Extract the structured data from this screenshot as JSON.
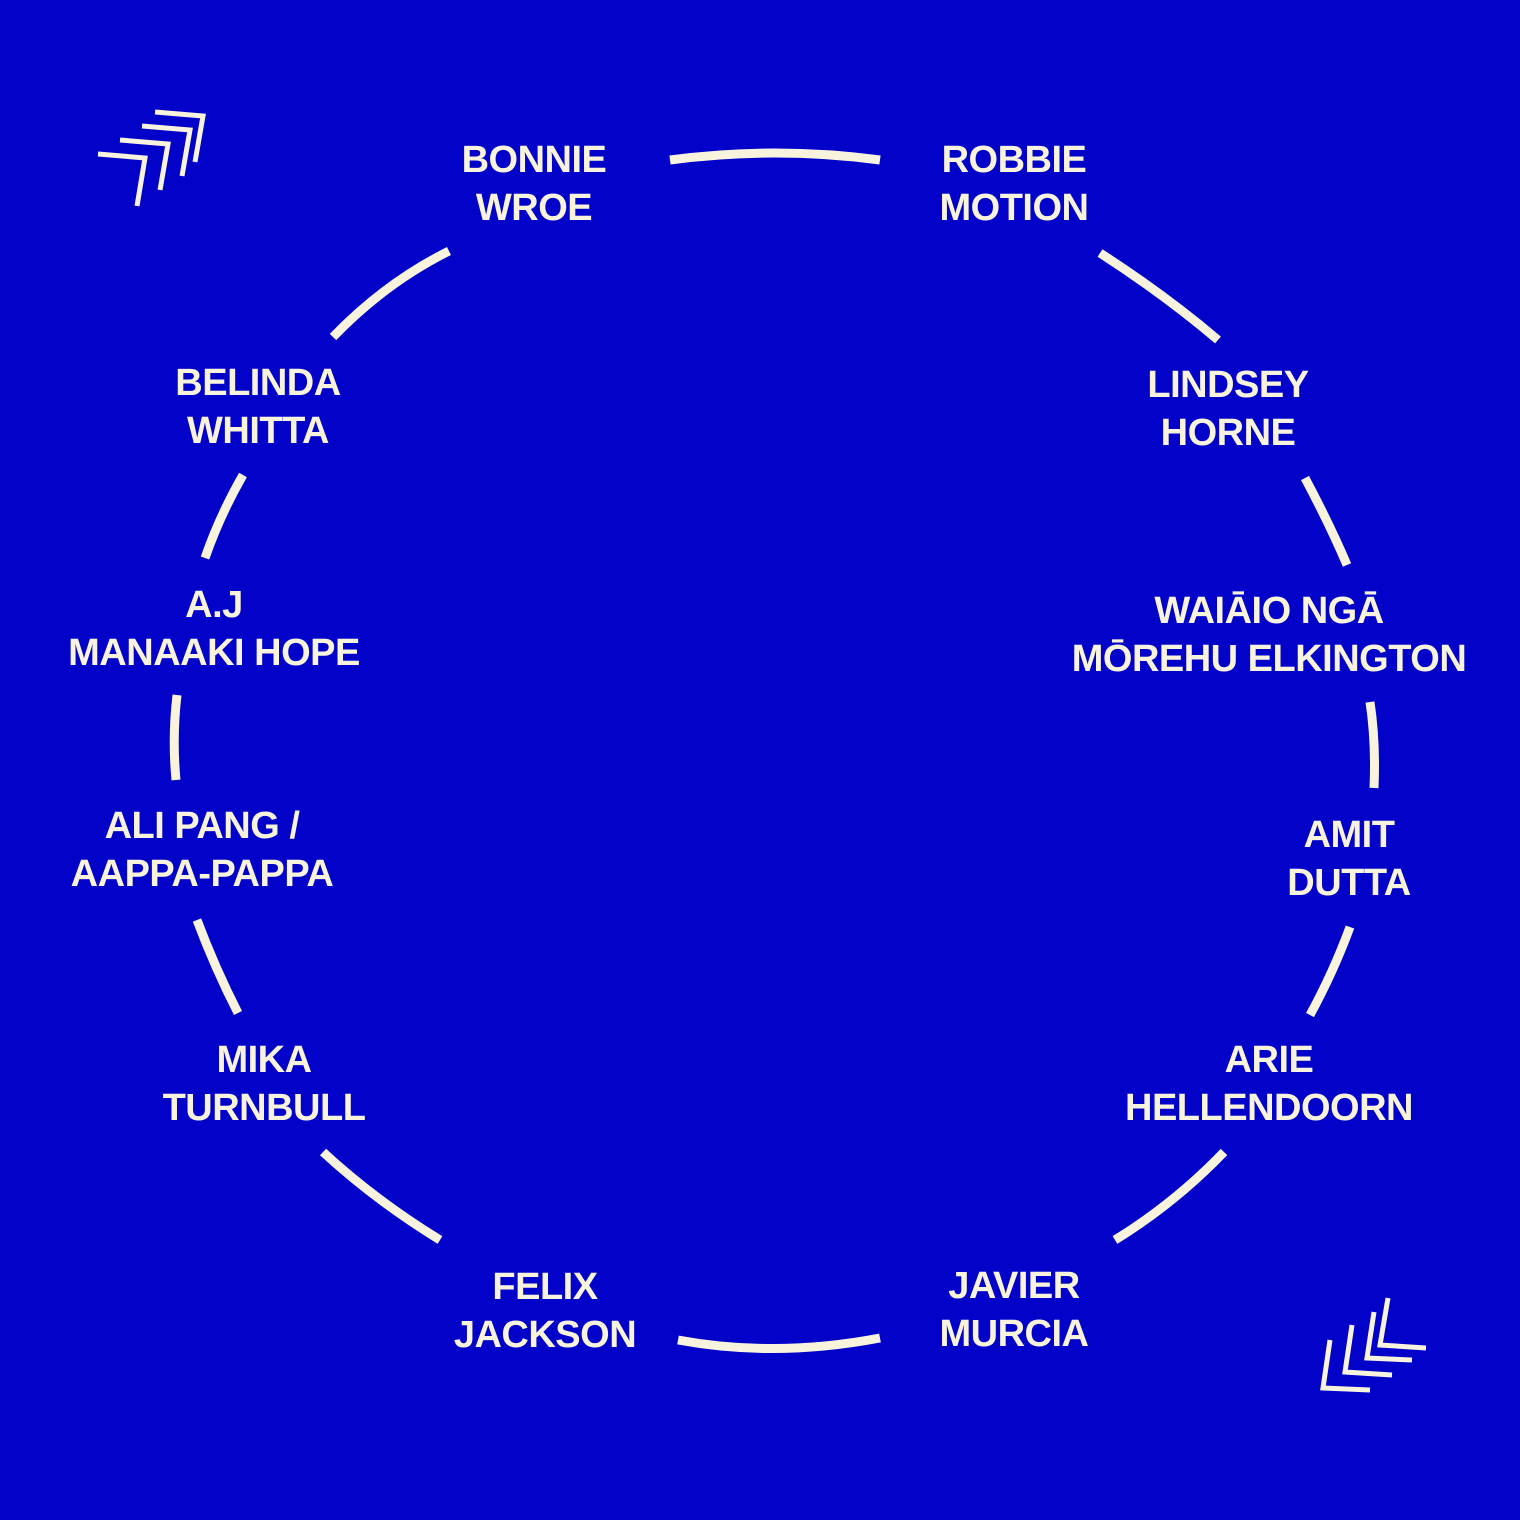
{
  "colors": {
    "background": "#0202c8",
    "foreground": "#f8f3dc"
  },
  "icons": {
    "top_left": "triple-chevron-up-right-icon",
    "bottom_right": "triple-chevron-down-left-icon"
  },
  "names": [
    {
      "line1": "BONNIE",
      "line2": "WROE"
    },
    {
      "line1": "ROBBIE",
      "line2": "MOTION"
    },
    {
      "line1": "LINDSEY",
      "line2": "HORNE"
    },
    {
      "line1": "WAIĀIO NGĀ",
      "line2": "MŌREHU ELKINGTON"
    },
    {
      "line1": "AMIT",
      "line2": "DUTTA"
    },
    {
      "line1": "ARIE",
      "line2": "HELLENDOORN"
    },
    {
      "line1": "JAVIER",
      "line2": "MURCIA"
    },
    {
      "line1": "FELIX",
      "line2": "JACKSON"
    },
    {
      "line1": "MIKA",
      "line2": "TURNBULL"
    },
    {
      "line1": "ALI PANG /",
      "line2": "AAPPA-PAPPA"
    },
    {
      "line1": "A.J",
      "line2": "MANAAKI HOPE"
    },
    {
      "line1": "BELINDA",
      "line2": "WHITTA"
    }
  ]
}
